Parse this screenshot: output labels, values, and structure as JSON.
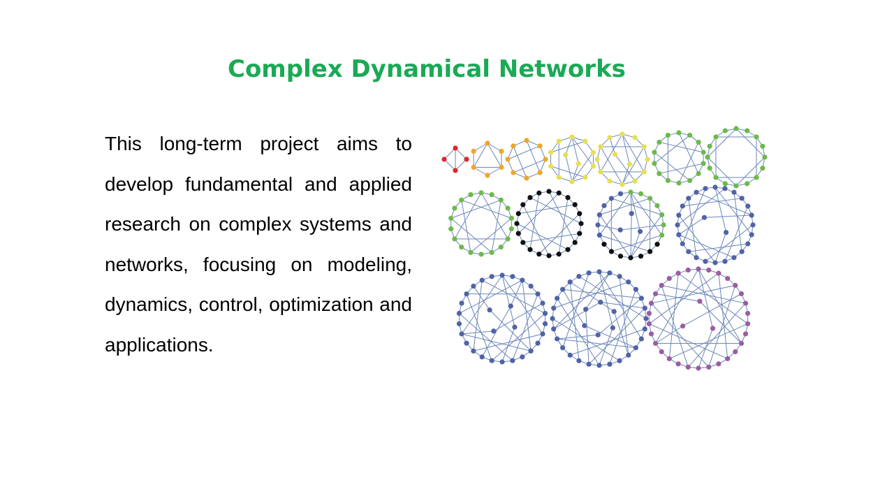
{
  "slide": {
    "title": "Complex Dynamical Networks",
    "body": "This long-term project aims to develop fundamental and applied research on complex systems and networks, focusing on modeling, dynamics, control, optimization and applications."
  },
  "colors": {
    "title": "#1aaa55",
    "edge": "#6b86b8",
    "red": "#e0262b",
    "orange": "#f0a626",
    "yellow": "#e6e052",
    "green": "#6cba4a",
    "black": "#111111",
    "blue": "#5063a6",
    "purple": "#9c5ca3"
  },
  "figure": {
    "networks": [
      {
        "colors": [
          "red"
        ]
      },
      {
        "colors": [
          "orange"
        ]
      },
      {
        "colors": [
          "orange"
        ]
      },
      {
        "colors": [
          "yellow"
        ]
      },
      {
        "colors": [
          "yellow"
        ]
      },
      {
        "colors": [
          "green"
        ]
      },
      {
        "colors": [
          "green"
        ]
      },
      {
        "colors": [
          "green"
        ]
      },
      {
        "colors": [
          "black"
        ]
      },
      {
        "colors": [
          "green",
          "black",
          "blue"
        ]
      },
      {
        "colors": [
          "blue"
        ]
      },
      {
        "colors": [
          "blue"
        ]
      },
      {
        "colors": [
          "blue"
        ]
      },
      {
        "colors": [
          "purple"
        ]
      }
    ]
  }
}
